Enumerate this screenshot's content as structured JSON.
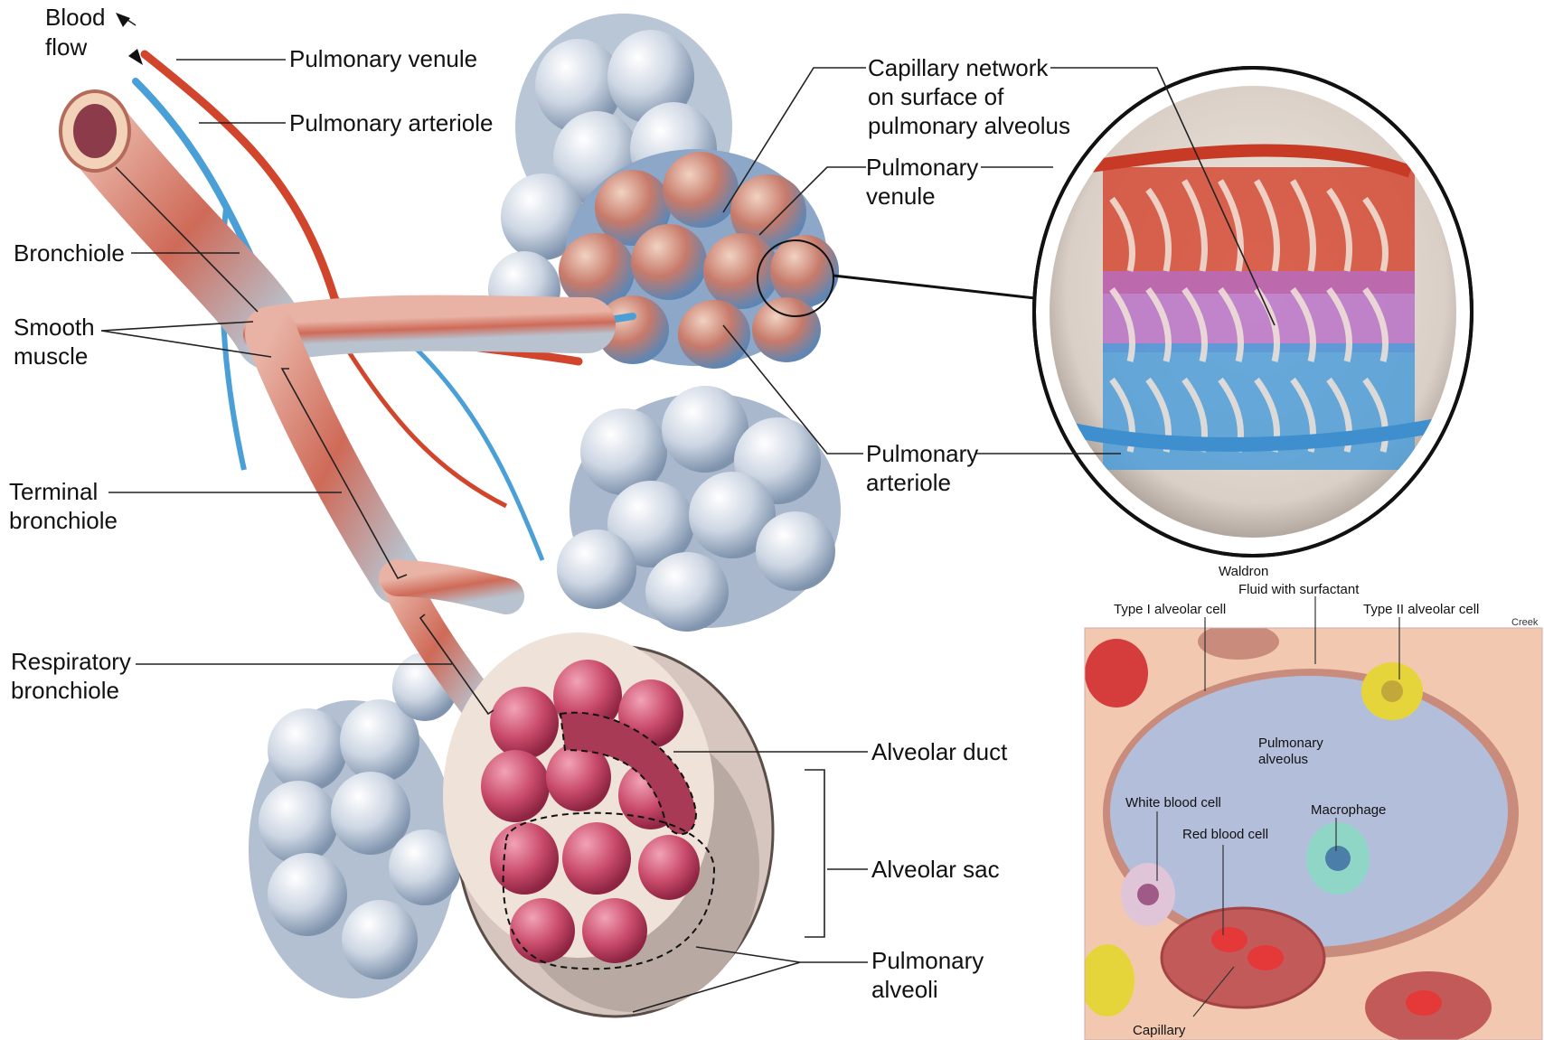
{
  "labels": {
    "blood_flow_1": "Blood",
    "blood_flow_2": "flow",
    "pulm_venule_top": "Pulmonary venule",
    "pulm_arteriole_top": "Pulmonary arteriole",
    "bronchiole": "Bronchiole",
    "smooth_muscle_1": "Smooth",
    "smooth_muscle_2": "muscle",
    "terminal_bronchiole_1": "Terminal",
    "terminal_bronchiole_2": "bronchiole",
    "respiratory_bronchiole_1": "Respiratory",
    "respiratory_bronchiole_2": "bronchiole",
    "capillary_network_1": "Capillary network",
    "capillary_network_2": "on surface of",
    "capillary_network_3": "pulmonary alveolus",
    "pulm_venule_right_1": "Pulmonary",
    "pulm_venule_right_2": "venule",
    "pulm_arteriole_right_1": "Pulmonary",
    "pulm_arteriole_right_2": "arteriole",
    "alveolar_duct": "Alveolar duct",
    "alveolar_sac": "Alveolar sac",
    "pulm_alveoli_1": "Pulmonary",
    "pulm_alveoli_2": "alveoli",
    "credit_waldron": "Waldron",
    "credit_creek": "Creek"
  },
  "inset": {
    "fluid_surfactant": "Fluid with surfactant",
    "type1_cell": "Type I alveolar cell",
    "type2_cell": "Type II alveolar cell",
    "pulm_alveolus_1": "Pulmonary",
    "pulm_alveolus_2": "alveolus",
    "white_blood_cell": "White blood cell",
    "macrophage": "Macrophage",
    "red_blood_cell": "Red blood cell",
    "capillary": "Capillary"
  },
  "colors": {
    "vein_red": "#d0452c",
    "artery_blue": "#4a9fd6",
    "alveolus_pink": "#c94a6a",
    "alveolus_gray": "#c9d2de",
    "tissue_peach": "#f2c9b0"
  }
}
